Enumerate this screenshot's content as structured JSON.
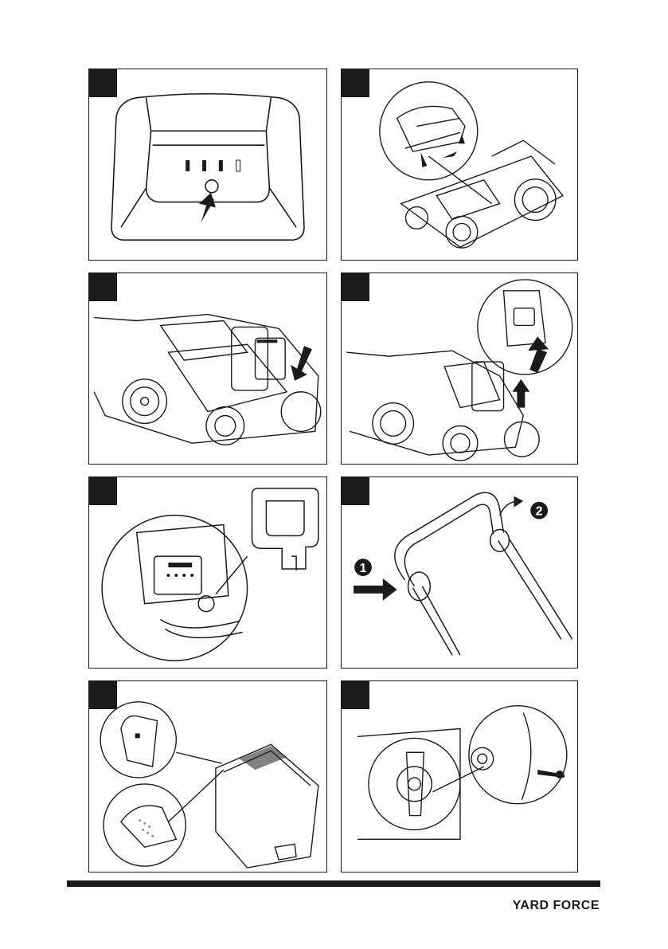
{
  "page": {
    "brand": "YARD FORCE"
  },
  "panels": [
    {
      "id": "battery-indicator"
    },
    {
      "id": "height-adjust"
    },
    {
      "id": "insert-battery"
    },
    {
      "id": "remove-battery"
    },
    {
      "id": "safety-key"
    },
    {
      "id": "handle-fold",
      "step1": "1",
      "step2": "2"
    },
    {
      "id": "grass-box"
    },
    {
      "id": "blade"
    }
  ],
  "colors": {
    "ink": "#1a1a1a",
    "paper": "#ffffff"
  }
}
